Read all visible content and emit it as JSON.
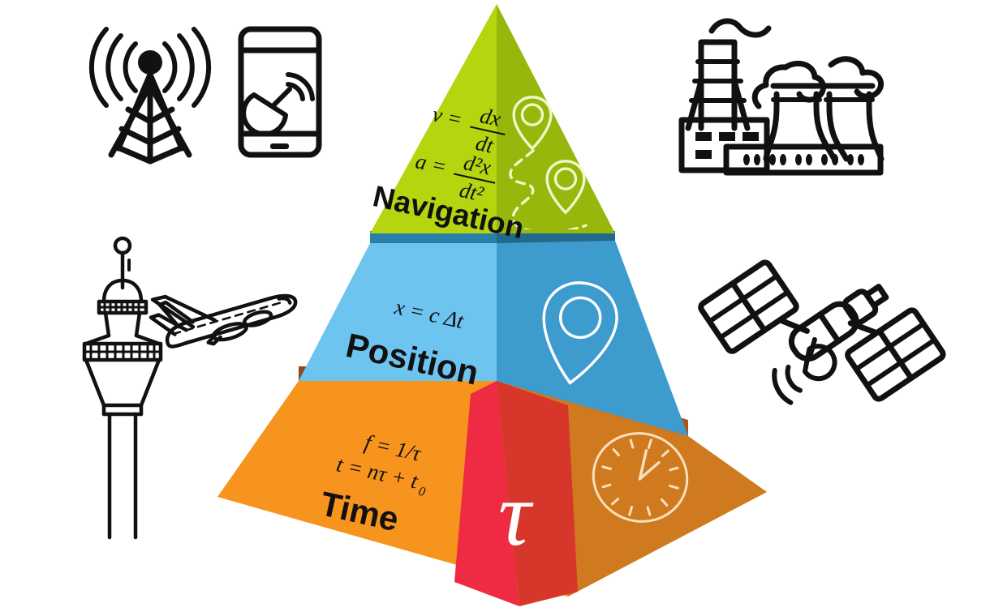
{
  "figure": {
    "type": "pyramid-hierarchy-diagram",
    "title": "Time-Position-Navigation pyramid",
    "background": "#ffffff"
  },
  "pyramid": {
    "tiers": [
      {
        "id": "navigation",
        "label": "Navigation",
        "order": 3,
        "position": "top",
        "formulas": [
          "v = dx/dt",
          "a = d²x/dt²"
        ],
        "formula_parts": {
          "line1": {
            "lhs": "v =",
            "num": "dx",
            "den": "dt"
          },
          "line2": {
            "lhs": "a =",
            "num": "d²x",
            "den": "dt²"
          }
        },
        "colors": {
          "front": "#b4d60f",
          "side": "#96b80c",
          "edge": "#8aab0a"
        },
        "icon": "route-pins-icon"
      },
      {
        "id": "position",
        "label": "Position",
        "order": 2,
        "position": "middle",
        "formulas": [
          "x = c Δt"
        ],
        "formula_parts": {
          "line1": {
            "lhs": "x = c Δt"
          }
        },
        "colors": {
          "front": "#6cc4ef",
          "side": "#3e9bcd",
          "edge": "#2a7fa8"
        },
        "icon": "location-pin-icon"
      },
      {
        "id": "time",
        "label": "Time",
        "order": 1,
        "position": "bottom",
        "formulas": [
          "f = 1/τ",
          "t = nτ + t₀"
        ],
        "formula_parts": {
          "line1": {
            "lhs": "f = 1/τ"
          },
          "line2": {
            "lhs": "t = nτ + t",
            "sub": "0"
          }
        },
        "colors": {
          "front": "#f7941e",
          "side": "#cf7a1e",
          "edge": "#8c4b20"
        },
        "icon": "clock-icon"
      }
    ],
    "wedge": {
      "id": "tau-wedge",
      "symbol": "τ",
      "colors": {
        "left": "#ee2b42",
        "right": "#d6372a"
      },
      "symbol_color": "#ffffff"
    }
  },
  "icons": [
    {
      "id": "radio-tower-icon",
      "label": "radio tower",
      "corner": "top-left"
    },
    {
      "id": "smartphone-gnss-icon",
      "label": "smartphone satellite",
      "corner": "top-left"
    },
    {
      "id": "power-plant-icon",
      "label": "power plant",
      "corner": "top-right"
    },
    {
      "id": "control-tower-icon",
      "label": "air traffic control tower",
      "corner": "bottom-left"
    },
    {
      "id": "airplane-icon",
      "label": "airplane",
      "corner": "bottom-left"
    },
    {
      "id": "satellite-icon",
      "label": "satellite",
      "corner": "right"
    }
  ],
  "palette": {
    "green": "#b4d60f",
    "green_dark": "#96b80c",
    "blue": "#6cc4ef",
    "blue_dark": "#3e9bcd",
    "teal_edge": "#2a7fa8",
    "orange": "#f7941e",
    "orange_dark": "#cf7a1e",
    "brown_edge": "#8c4b20",
    "red": "#ee2b42",
    "red_dark": "#d6372a",
    "outline": "#111111",
    "white": "#ffffff"
  }
}
